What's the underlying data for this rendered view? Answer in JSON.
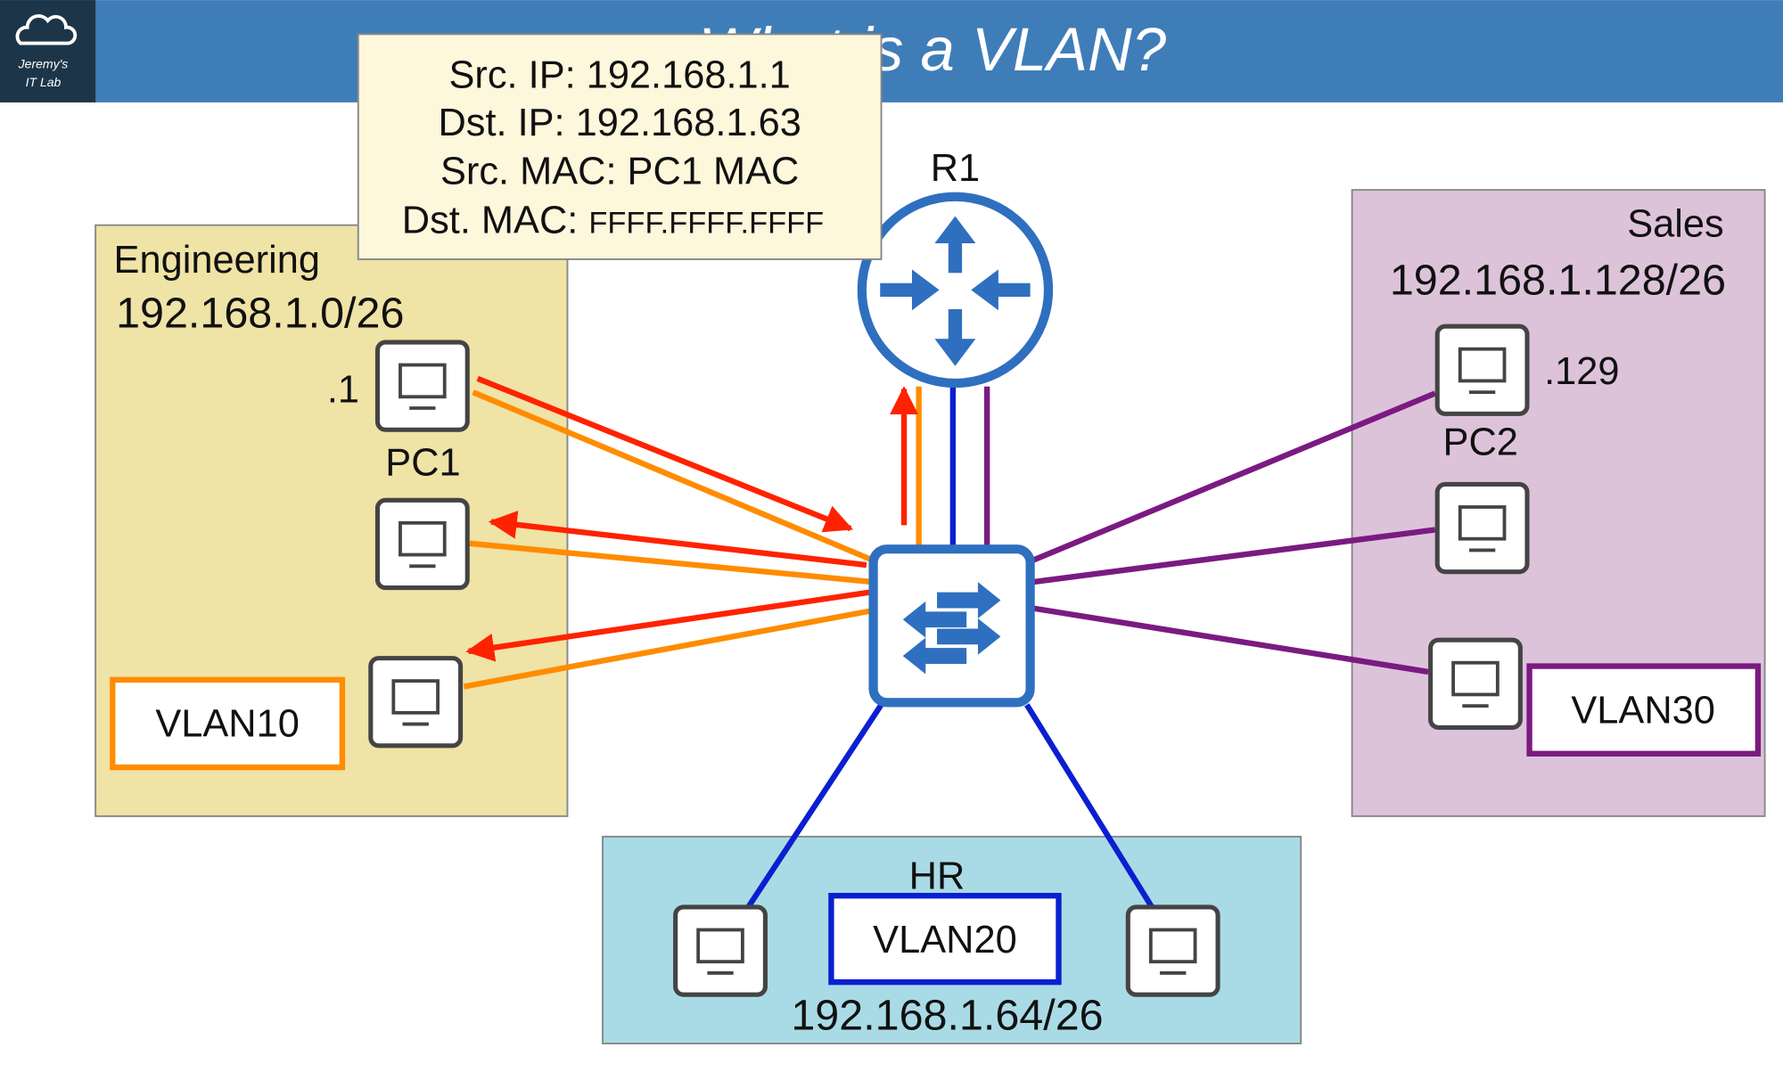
{
  "header": {
    "title": "What is a VLAN?",
    "logo_line1": "Jeremy's",
    "logo_line2": "IT Lab"
  },
  "tooltip": {
    "lines": [
      "Src. IP: 192.168.1.1",
      "Dst. IP: 192.168.1.63",
      "Src. MAC: PC1 MAC"
    ],
    "dst_mac_label": "Dst. MAC: ",
    "dst_mac_value": "FFFF.FFFF.FFFF"
  },
  "router": {
    "label": "R1"
  },
  "engineering": {
    "name": "Engineering",
    "subnet": "192.168.1.0/26",
    "pc1_ip": ".1",
    "pc1_label": "PC1",
    "vlan": "VLAN10"
  },
  "sales": {
    "name": "Sales",
    "subnet": "192.168.1.128/26",
    "pc2_ip": ".129",
    "pc2_label": "PC2",
    "vlan": "VLAN30"
  },
  "hr": {
    "name": "HR",
    "subnet": "192.168.1.64/26",
    "vlan": "VLAN20"
  },
  "colors": {
    "header": "#3f7db8",
    "vlan10": "#ff8c00",
    "vlan20": "#0b1fd1",
    "vlan30": "#7b1a82",
    "frame": "#ff2200",
    "device": "#2f6fc0"
  }
}
